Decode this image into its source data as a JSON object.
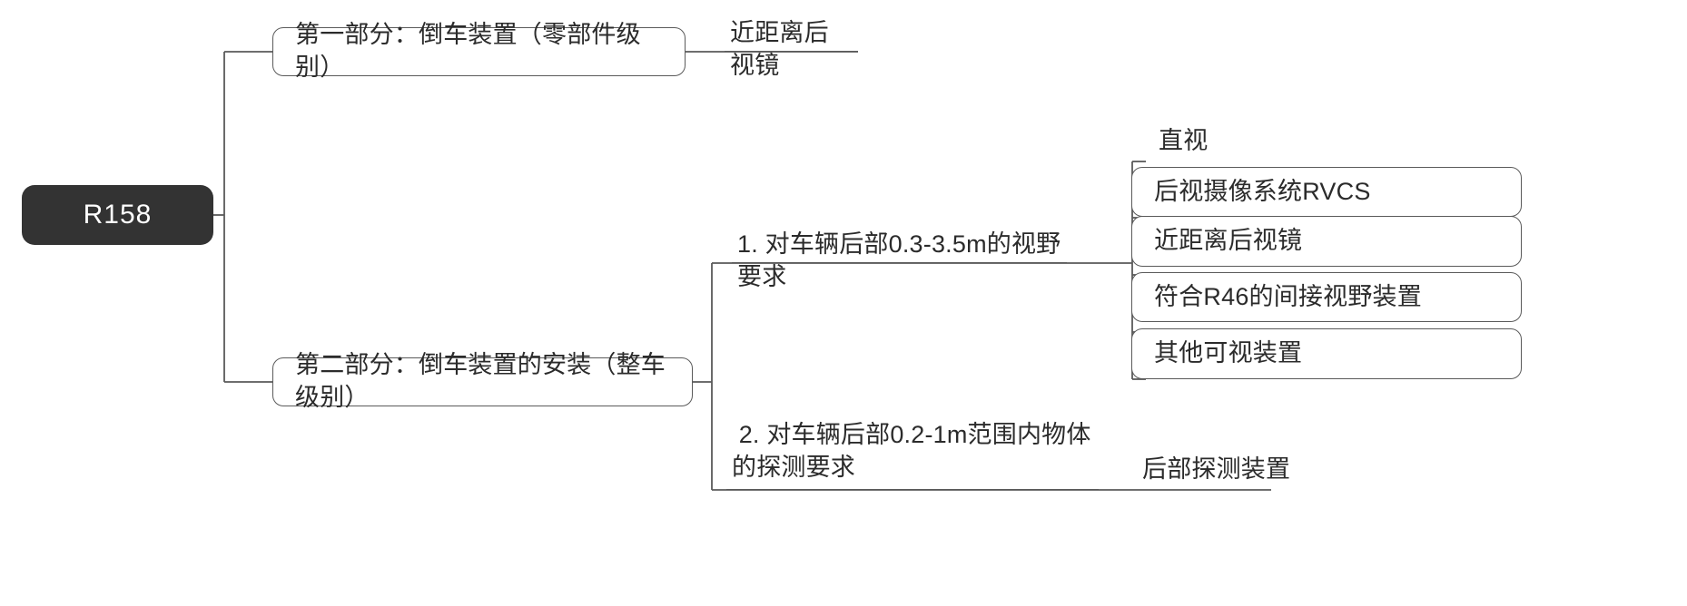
{
  "diagram": {
    "type": "mind-map",
    "title": "R158",
    "background_color": "#ffffff",
    "root_fill": "#333333",
    "root_text_color": "#ffffff",
    "edge_color": "#5a5a5a",
    "node_border_color": "#5a5a5a",
    "node_text_color": "#2b2b2b"
  },
  "nodes": {
    "root": {
      "label": "R158",
      "style": "filled-dark-rounded"
    },
    "part1": {
      "label": "第一部分：倒车装置（零部件级别）",
      "style": "boxed"
    },
    "part1_leaf": {
      "label": "近距离后视镜",
      "style": "underlined-text"
    },
    "part2": {
      "label": "第二部分：倒车装置的安装（整车级别）",
      "style": "boxed"
    },
    "req1": {
      "label": "1. 对车辆后部0.3-3.5m的视野要求",
      "style": "underlined-text"
    },
    "req2": {
      "label": " 2. 对车辆后部0.2-1m范围内物体的探测要求",
      "style": "underlined-text"
    },
    "req1_children": [
      {
        "label": "直视",
        "style": "underlined-text"
      },
      {
        "label": "后视摄像系统RVCS",
        "style": "boxed"
      },
      {
        "label": "近距离后视镜",
        "style": "boxed"
      },
      {
        "label": "符合R46的间接视野装置",
        "style": "boxed"
      },
      {
        "label": "其他可视装置",
        "style": "boxed"
      }
    ],
    "req2_children": [
      {
        "label": "后部探测装置",
        "style": "underlined-text"
      }
    ]
  }
}
